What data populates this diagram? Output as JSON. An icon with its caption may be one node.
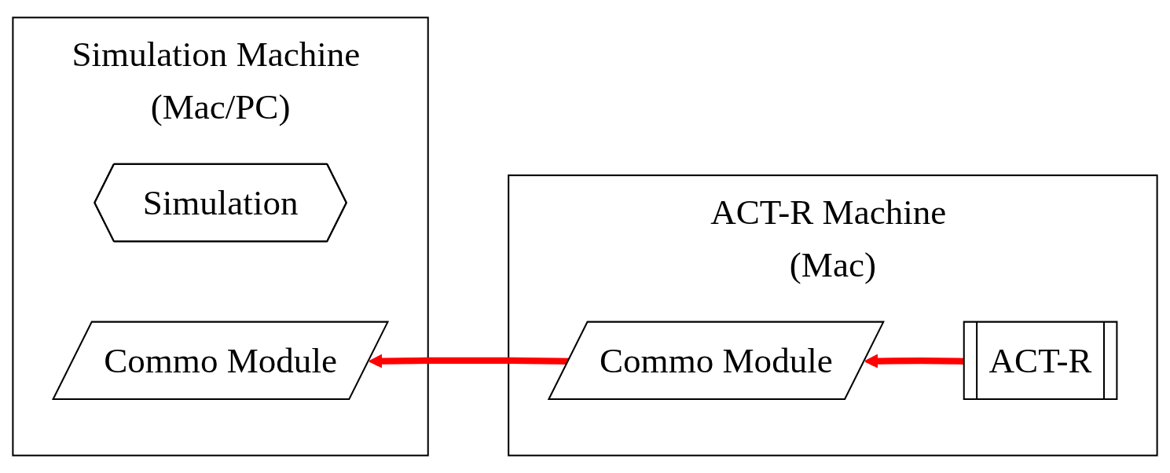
{
  "diagram": {
    "nodes": [
      {
        "text": [
          "Simulation Machine (Mac/PC)"
        ]
      },
      {
        "text": [
          "Simulation"
        ],
        "in": 0
      },
      {
        "text": [
          "Commo Module"
        ],
        "in": 0
      },
      {
        "text": [
          "ACT-R Machine (Mac)"
        ]
      },
      {
        "text": [
          "ACT-R"
        ],
        "in": 3
      },
      {
        "text": [
          "Commo Module"
        ],
        "in": 3
      }
    ],
    "edges": [
      {
        "from": 4,
        "to": 5,
        "arrow": "to",
        "color": "#ff0000"
      },
      {
        "from": 5,
        "to": 2,
        "arrow": "to",
        "color": "#ff0000"
      }
    ]
  }
}
